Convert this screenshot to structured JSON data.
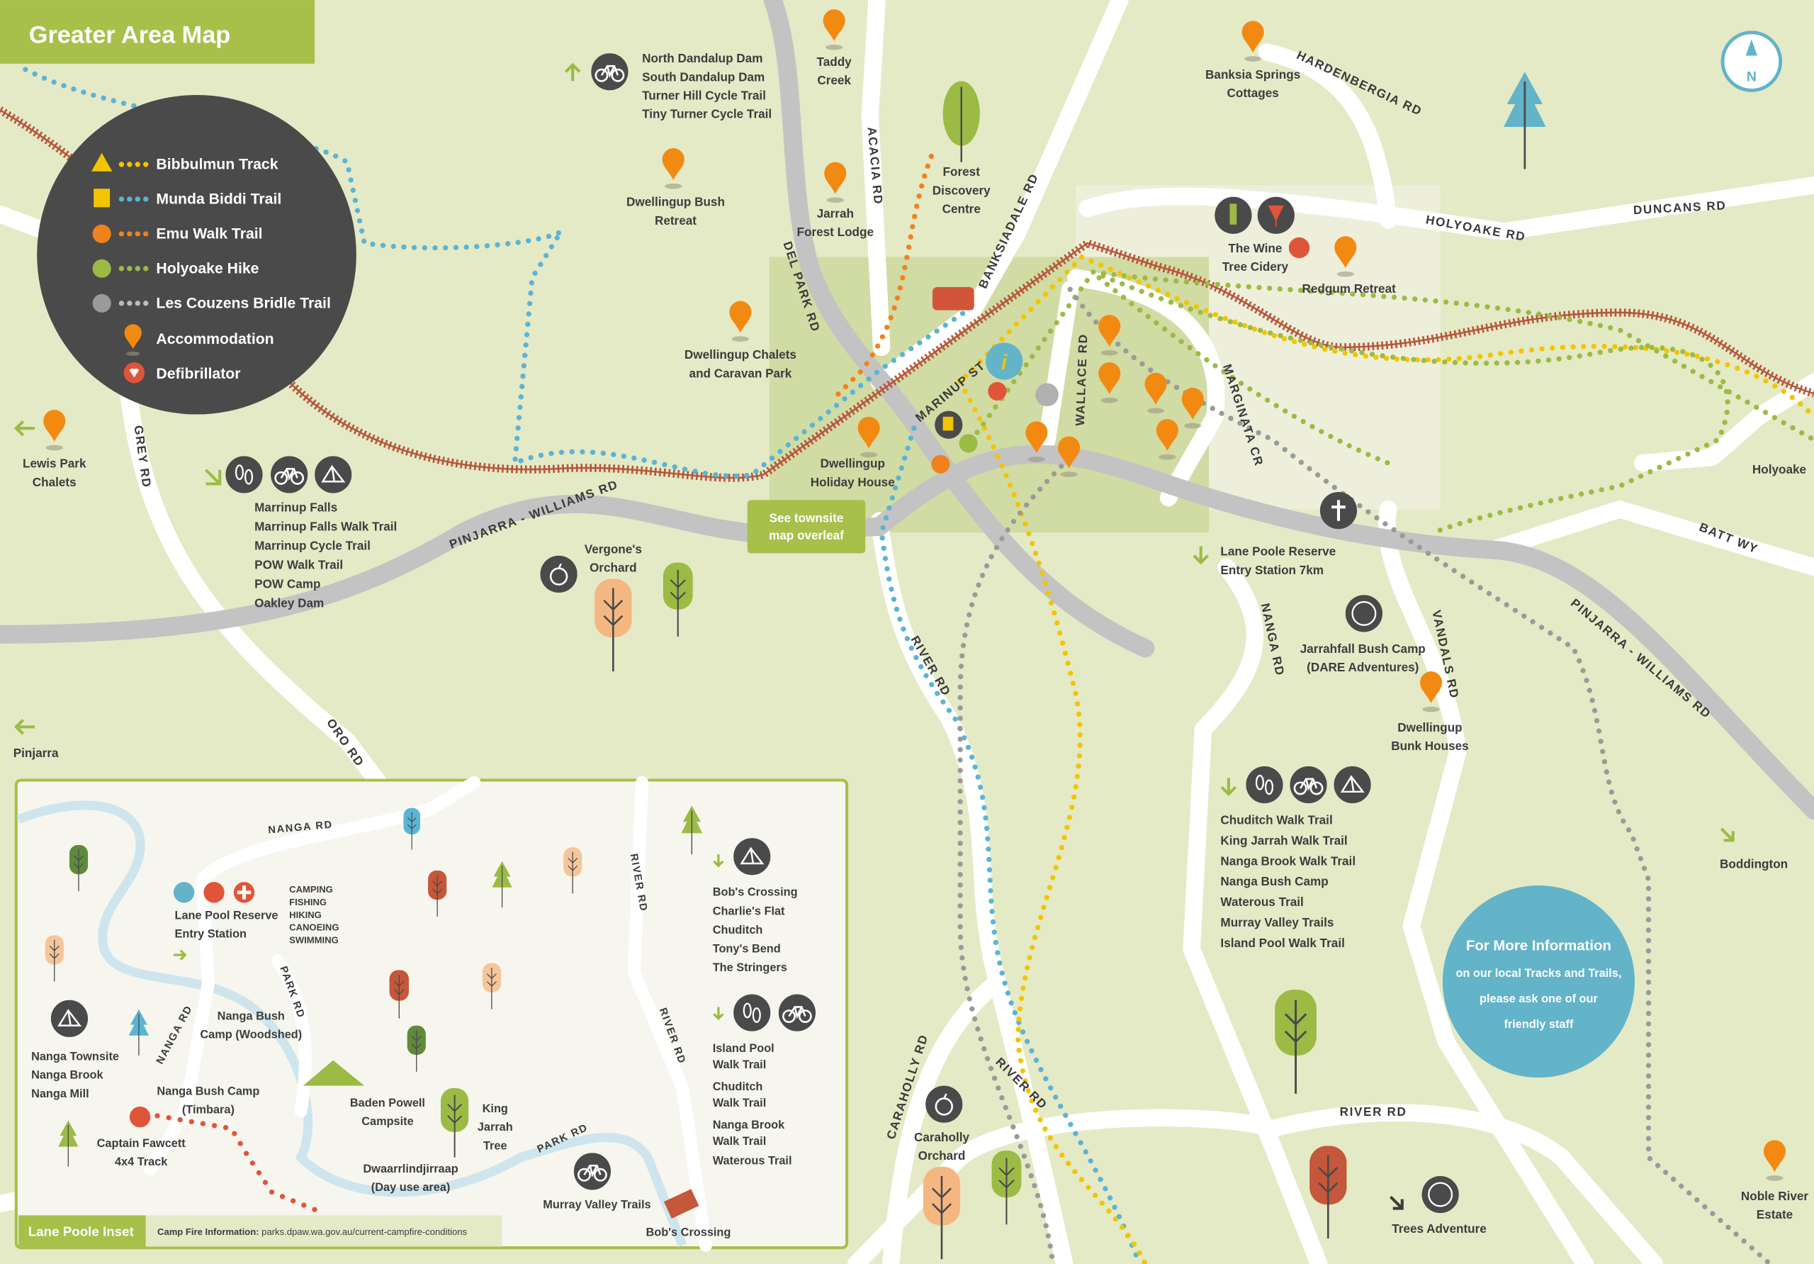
{
  "title": "Greater Area Map",
  "compass": "N",
  "colors": {
    "background": "#e4eac6",
    "title_bar": "#a6c04a",
    "legend_bg": "#4a4a4a",
    "bibbulmun": "#f2c500",
    "munda_biddi": "#5ab4d6",
    "emu_walk": "#f0821e",
    "holyoake": "#9bbb45",
    "les_couzens": "#9a9a9a",
    "accommodation": "#f28a12",
    "defibrillator": "#e0553a",
    "info_circle": "#63b3c9",
    "railway": "#b7553a"
  },
  "legend": {
    "bibbulmun": "Bibbulmun Track",
    "munda_biddi": "Munda Biddi Trail",
    "emu_walk": "Emu Walk Trail",
    "holyoake": "Holyoake  Hike",
    "les_couzens": "Les Couzens Bridle Trail",
    "accommodation": "Accommodation",
    "defibrillator": "Defibrillator"
  },
  "places": {
    "taddy_creek": [
      "Taddy",
      "Creek"
    ],
    "dams_list": [
      "North Dandalup Dam",
      "South Dandalup Dam",
      "Turner Hill Cycle Trail",
      "Tiny Turner Cycle Trail"
    ],
    "bush_retreat": [
      "Dwellingup Bush",
      "Retreat"
    ],
    "jarrah_lodge": [
      "Jarrah",
      "Forest Lodge"
    ],
    "forest_discovery": [
      "Forest",
      "Discovery",
      "Centre"
    ],
    "banksia": [
      "Banksia Springs",
      "Cottages"
    ],
    "wine_tree": [
      "The Wine",
      "Tree Cidery"
    ],
    "redgum": "Redgum Retreat",
    "chalets": [
      "Dwellingup Chalets",
      "and Caravan Park"
    ],
    "holiday_house": [
      "Dwellingup",
      "Holiday House"
    ],
    "lewis_park": [
      "Lewis Park",
      "Chalets"
    ],
    "marrinup_list": [
      "Marrinup Falls",
      "Marrinup Falls Walk Trail",
      "Marrinup  Cycle Trail",
      "POW Walk Trail",
      "POW Camp",
      "Oakley Dam"
    ],
    "vergone": [
      "Vergone's",
      "Orchard"
    ],
    "townsite_button": [
      "See townsite",
      "map overleaf"
    ],
    "lane_poole_entry": [
      "Lane Poole Reserve",
      "Entry Station 7km"
    ],
    "jarrahfall": [
      "Jarrahfall Bush Camp",
      "(DARE Adventures)"
    ],
    "bunk_houses": [
      "Dwellingup",
      "Bunk Houses"
    ],
    "pinjarra": "Pinjarra",
    "holyoake": "Holyoake",
    "boddington": "Boddington",
    "chuditch_list": [
      "Chuditch Walk Trail",
      "King Jarrah Walk Trail",
      "Nanga Brook Walk Trail",
      "Nanga Bush Camp",
      "Waterous Trail",
      "Murray Valley Trails",
      "Island Pool Walk Trail"
    ],
    "caraholly_orchard": [
      "Caraholly",
      "Orchard"
    ],
    "noble_river": [
      "Noble River",
      "Estate"
    ],
    "trees_adventure": "Trees Adventure"
  },
  "roads": {
    "hardenbergia": "HARDENBERGIA RD",
    "holyoake": "HOLYOAKE RD",
    "duncans": "DUNCANS RD",
    "acacia": "ACACIA RD",
    "banksiadale": "BANKSIADALE RD",
    "del_park": "DEL PARK RD",
    "grey": "GREY RD",
    "pinjarra_williams_west": "PINJARRA - WILLIAMS RD",
    "pinjarra_williams_east": "PINJARRA - WILLIAMS RD",
    "marinup": "MARINUP ST",
    "wallace": "WALLACE RD",
    "marginata": "MARGINATA CR",
    "batt": "BATT WY",
    "nanga": "NANGA RD",
    "vandals": "VANDALS RD",
    "river_mid": "RIVER RD",
    "river_low": "RIVER RD",
    "river_bottom": "RIVER RD",
    "oro": "ORO RD",
    "caraholly": "CARAHOLLY RD"
  },
  "info": {
    "title": "For More Information",
    "lines": [
      "on our local Tracks and Trails,",
      "please ask one of our",
      "friendly staff"
    ]
  },
  "inset": {
    "tab": "Lane Poole Inset",
    "campfire_label": "Camp Fire Information:",
    "campfire_url": "parks.dpaw.wa.gov.au/current-campfire-conditions",
    "roads": {
      "nanga_top": "NANGA RD",
      "nanga_side": "NANGA RD",
      "park_top": "PARK RD",
      "park_bottom": "PARK RD",
      "river_top": "RIVER RD",
      "river_mid": "RIVER RD"
    },
    "entry_station": [
      "Lane Pool Reserve",
      "Entry Station"
    ],
    "activities": [
      "CAMPING",
      "FISHING",
      "HIKING",
      "CANOEING",
      "SWIMMING"
    ],
    "woodshed": [
      "Nanga Bush",
      "Camp (Woodshed)"
    ],
    "nanga_list": [
      "Nanga Townsite",
      "Nanga Brook",
      "Nanga Mill"
    ],
    "timbara": [
      "Nanga Bush Camp",
      "(Timbara)"
    ],
    "fawcett": [
      "Captain Fawcett",
      "4x4 Track"
    ],
    "baden_powell": [
      "Baden Powell",
      "Campsite"
    ],
    "king_jarrah": [
      "King",
      "Jarrah",
      "Tree"
    ],
    "dwaarrlindjirraap": [
      "Dwaarrlindjirraap",
      "(Day use area)"
    ],
    "murray_valley": "Murray Valley Trails",
    "bobs_crossing": "Bob's Crossing",
    "camp_list": [
      "Bob's Crossing",
      "Charlie's Flat",
      "Chuditch",
      "Tony's Bend",
      "The Stringers"
    ],
    "walk_list": [
      "Island Pool",
      "Walk Trail",
      "Chuditch",
      "Walk Trail",
      "Nanga Brook",
      "Walk Trail",
      "Waterous Trail"
    ]
  }
}
